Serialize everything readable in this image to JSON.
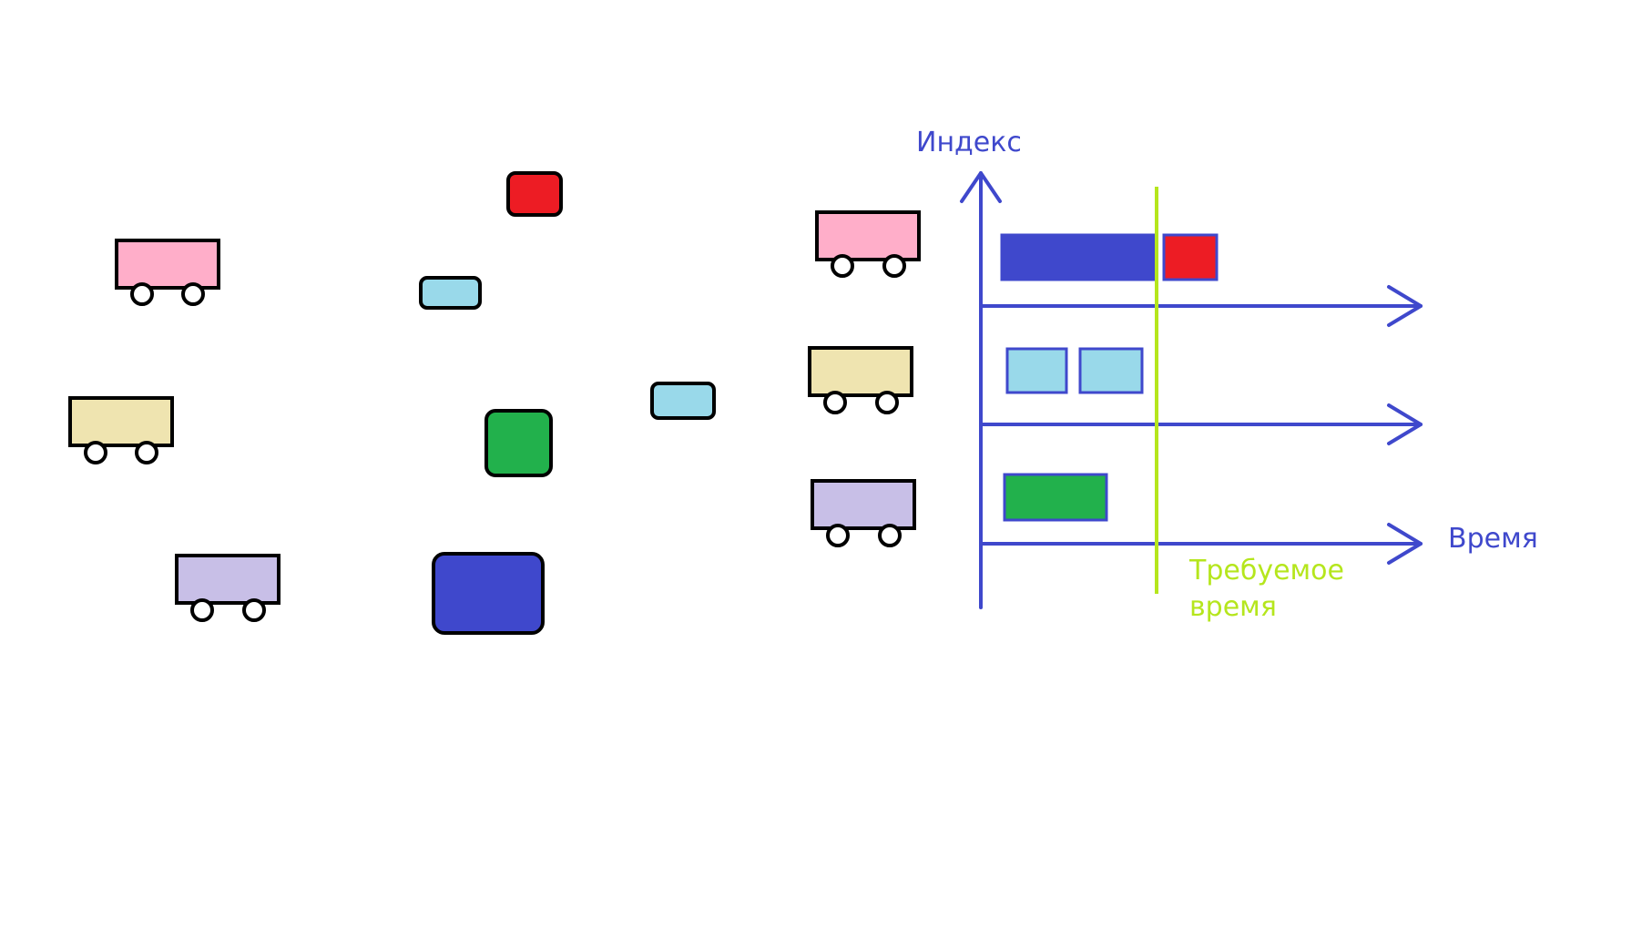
{
  "colors": {
    "axis": "#3f48cc",
    "deadline": "#b5e61d",
    "outline": "#000000",
    "wagon_pink": "#ffaec9",
    "wagon_tan": "#efe4b0",
    "wagon_lavender": "#c8bfe7",
    "cargo_red": "#ed1c24",
    "cargo_lightblue": "#99d9ea",
    "cargo_green": "#22b14c",
    "cargo_blue": "#3f48cc",
    "background": "#ffffff"
  },
  "labels": {
    "y_axis": "Индекс",
    "x_axis": "Время",
    "deadline_line1": "Требуемое",
    "deadline_line2": "время"
  },
  "scene": {
    "wagons": [
      {
        "id": "pink",
        "color": "wagon_pink"
      },
      {
        "id": "tan",
        "color": "wagon_tan"
      },
      {
        "id": "lavender",
        "color": "wagon_lavender"
      }
    ],
    "cargo": [
      {
        "id": "red",
        "color": "cargo_red"
      },
      {
        "id": "lightblue-1",
        "color": "cargo_lightblue"
      },
      {
        "id": "lightblue-2",
        "color": "cargo_lightblue"
      },
      {
        "id": "green",
        "color": "cargo_green"
      },
      {
        "id": "blue",
        "color": "cargo_blue"
      }
    ]
  },
  "timeline": {
    "rows": [
      {
        "wagon": "pink",
        "blocks": [
          "cargo_blue",
          "cargo_red"
        ]
      },
      {
        "wagon": "tan",
        "blocks": [
          "cargo_lightblue",
          "cargo_lightblue"
        ]
      },
      {
        "wagon": "lavender",
        "blocks": [
          "cargo_green"
        ]
      }
    ]
  }
}
